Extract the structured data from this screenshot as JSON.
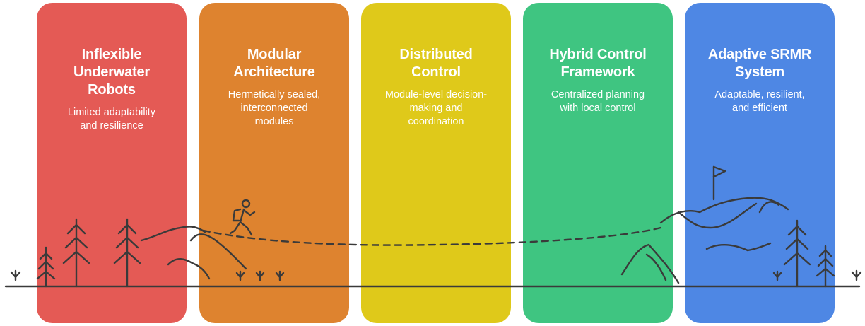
{
  "stages": [
    {
      "title": "Inflexible\nUnderwater\nRobots",
      "description": "Limited adaptability\nand resilience",
      "color": "#e45a55"
    },
    {
      "title": "Modular\nArchitecture",
      "description": "Hermetically sealed,\ninterconnected\nmodules",
      "color": "#de832f"
    },
    {
      "title": "Distributed\nControl",
      "description": "Module-level decision-\nmaking and\ncoordination",
      "color": "#dfc91a"
    },
    {
      "title": "Hybrid Control\nFramework",
      "description": "Centralized planning\nwith local control",
      "color": "#3fc581"
    },
    {
      "title": "Adaptive SRMR\nSystem",
      "description": "Adaptable, resilient,\nand efficient",
      "color": "#4e87e4"
    }
  ],
  "icons": {
    "hiker": "hiker-icon",
    "flag": "flag-icon",
    "tree": "tree-icon",
    "grass": "grass-icon"
  }
}
